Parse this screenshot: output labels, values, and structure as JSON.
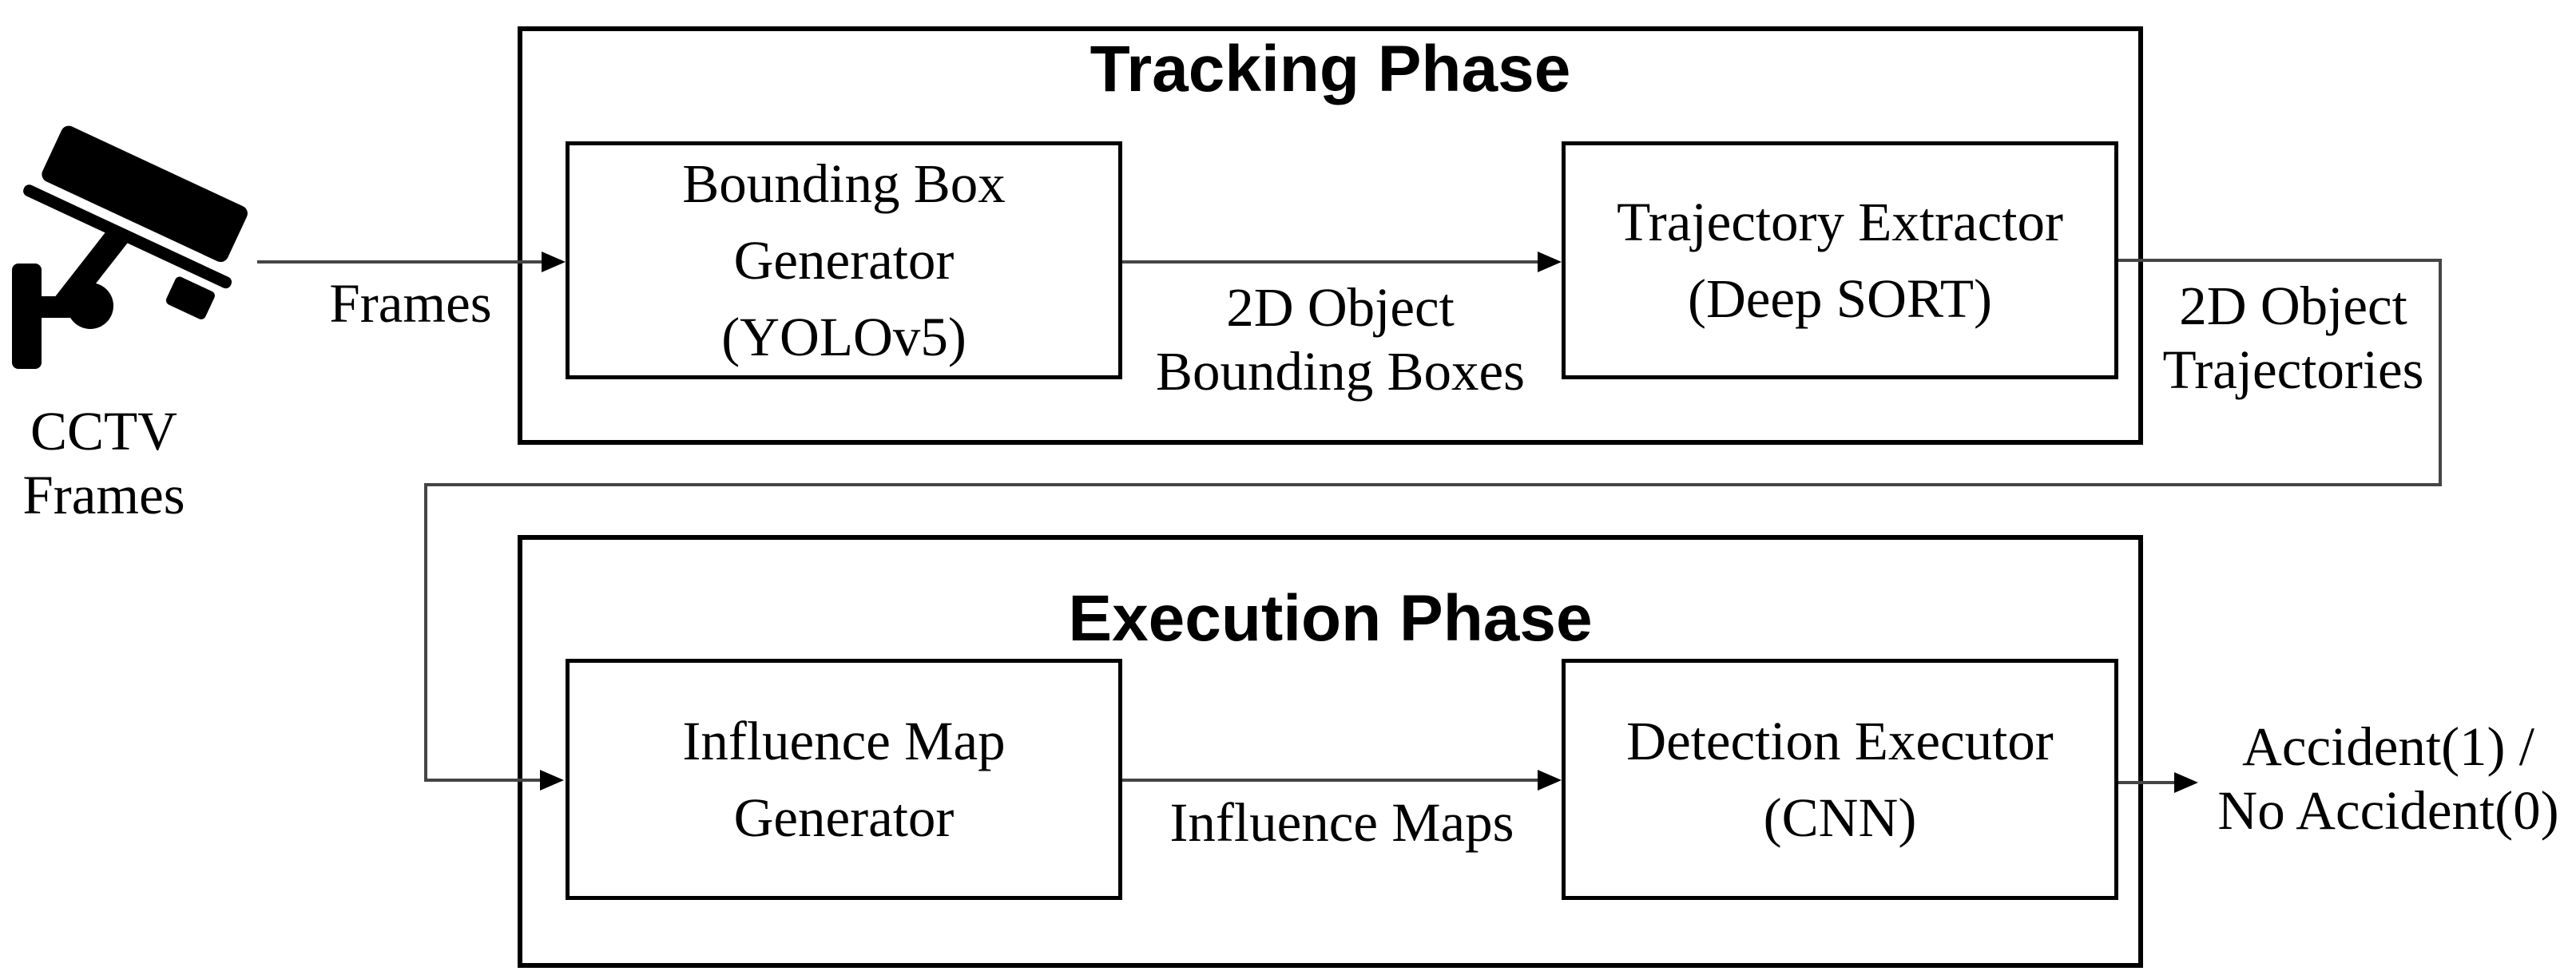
{
  "colors": {
    "background": "#ffffff",
    "box_border": "#000000",
    "connector": "#454545",
    "arrowhead": "#000000",
    "text": "#000000",
    "icon": "#000000"
  },
  "phases": {
    "tracking": {
      "title": "Tracking Phase"
    },
    "execution": {
      "title": "Execution Phase"
    }
  },
  "nodes": {
    "bbox_generator": {
      "lines": [
        "Bounding Box",
        "Generator",
        "(YOLOv5)"
      ]
    },
    "trajectory_extractor": {
      "lines": [
        "Trajectory Extractor",
        "(Deep SORT)"
      ]
    },
    "influence_map_generator": {
      "lines": [
        "Influence Map",
        "Generator"
      ]
    },
    "detection_executor": {
      "lines": [
        "Detection Executor",
        "(CNN)"
      ]
    }
  },
  "labels": {
    "frames": "Frames",
    "cctv_source": {
      "lines": [
        "CCTV",
        "Frames"
      ]
    },
    "bounding_boxes": {
      "lines": [
        "2D Object",
        "Bounding Boxes"
      ]
    },
    "trajectories": {
      "lines": [
        "2D Object",
        "Trajectories"
      ]
    },
    "influence_maps": "Influence Maps",
    "output": {
      "lines": [
        "Accident(1) /",
        "No Accident(0)"
      ]
    }
  },
  "icons": {
    "camera": "cctv-camera-icon"
  }
}
